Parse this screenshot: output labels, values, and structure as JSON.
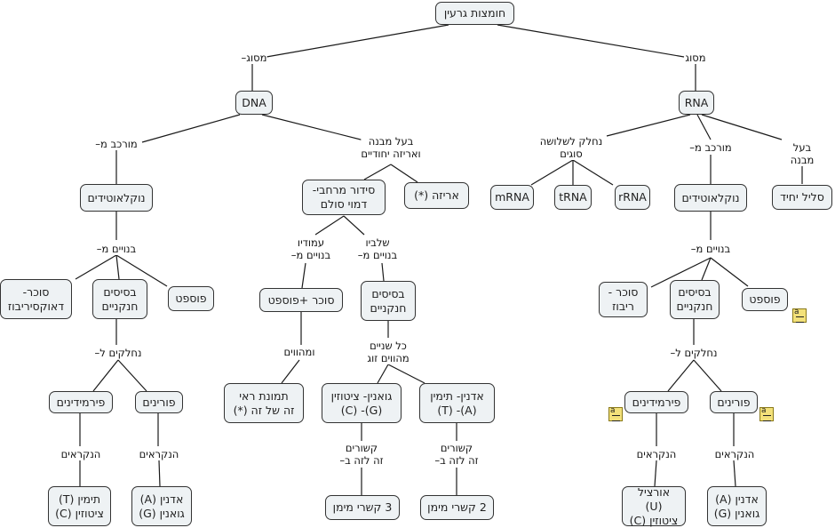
{
  "title": "חומצות גרעין",
  "nodes": {
    "root": "חומצות גרעין",
    "dna": "DNA",
    "rna": "RNA",
    "dna_nucleotides": "נוקלאוטידים",
    "dna_helix": "סידור מרחבי-\nדמוי סולם",
    "dna_packing": "אריזה (*)",
    "dna_sugar": "סוכר-\nדאוקסיריבוז",
    "dna_bases": "בסיסים\nחנקניים",
    "dna_phosphate": "פוספט",
    "dna_sugar_phosphate": "סוכר +פוספט",
    "dna_rungs_bases": "בסיסים\nחנקניים",
    "dna_pyrimidines": "פירמידינים",
    "dna_purines": "פורינים",
    "mirror_image": "תמונת ראי\nזה של זה (*)",
    "pair_gc": "גואנין- ציטוזין\n(G)- (C)",
    "pair_at": "אדנין- תימין\n(A)- (T)",
    "dna_tc": "תימין (T)\nציטוזין (C)",
    "dna_ag": "אדנין (A)\nגואנין (G)",
    "h3": "3 קשרי מימן",
    "h2": "2 קשרי מימן",
    "mrna": "mRNA",
    "trna": "tRNA",
    "rrna": "rRNA",
    "rna_nucleotides": "נוקלאוטידים",
    "single_strand": "סליל יחיד",
    "rna_sugar": "סוכר -\nריבוז",
    "rna_bases": "בסיסים\nחנקניים",
    "rna_phosphate": "פוספט",
    "rna_pyrimidines": "פירמידינים",
    "rna_purines": "פורינים",
    "rna_uc": "אורציל (U)\nציטוזין (C)",
    "rna_ag": "אדנין (A)\nגואנין (G)"
  },
  "links": {
    "type_dna": "מסוג–",
    "type_rna": "מסוג",
    "dna_composed": "מורכב מ–",
    "dna_structure": "בעל מבנה\nואריזה יחודיים",
    "dna_built": "בנויים מ–",
    "dna_divided": "נחלקים ל–",
    "dna_called_1": "הנקראים",
    "dna_called_2": "הנקראים",
    "pillars": "עמודיו\nבנויים מ–",
    "rungs": "שלביו\nבנויים מ–",
    "form": "ומהווים",
    "pairs": "כל שניים\nמהווים זוג",
    "bonded_1": "קשורים\nזה לזה ב–",
    "bonded_2": "קשורים\nזה לזה ב–",
    "rna_three": "נחלק לשלושה\nסוגים",
    "rna_composed": "מורכב מ–",
    "rna_structure": "בעל מבנה",
    "rna_built": "בנויים מ–",
    "rna_divided": "נחלקים ל–",
    "rna_called_1": "הנקראים",
    "rna_called_2": "הנקראים"
  },
  "note_icon": "annotation-note-icon"
}
